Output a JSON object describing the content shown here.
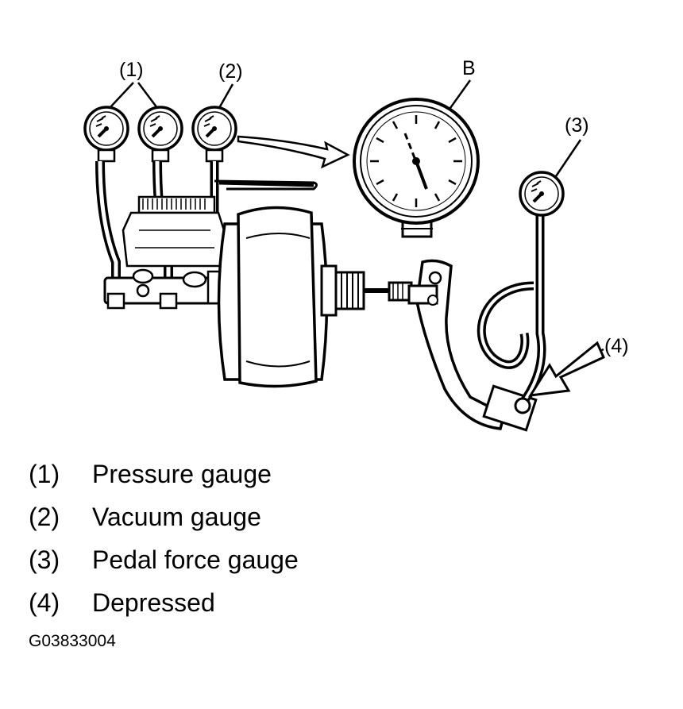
{
  "callouts": {
    "c1": "(1)",
    "c2": "(2)",
    "c3": "(3)",
    "c4": "(4)",
    "b": "B"
  },
  "legend": [
    {
      "num": "(1)",
      "text": "Pressure gauge"
    },
    {
      "num": "(2)",
      "text": "Vacuum gauge"
    },
    {
      "num": "(3)",
      "text": "Pedal force gauge"
    },
    {
      "num": "(4)",
      "text": "Depressed"
    }
  ],
  "figure_code": "G03833004"
}
